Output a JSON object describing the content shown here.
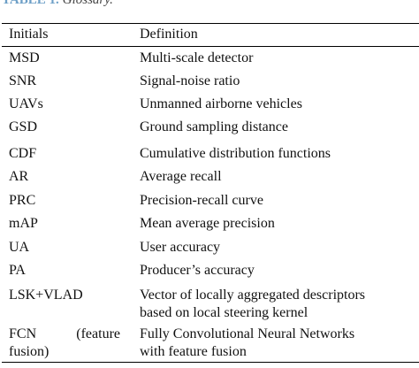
{
  "caption": {
    "label": "TABLE 1.",
    "title": "Glossary."
  },
  "table": {
    "headers": {
      "initials": "Initials",
      "definition": "Definition"
    },
    "rows": [
      {
        "initials": "MSD",
        "definition": "Multi-scale detector"
      },
      {
        "initials": "SNR",
        "definition": "Signal-noise ratio"
      },
      {
        "initials": "UAVs",
        "definition": "Unmanned airborne vehicles"
      },
      {
        "initials": "GSD",
        "definition": "Ground sampling distance"
      },
      {
        "initials": "CDF",
        "definition": "Cumulative distribution functions"
      },
      {
        "initials": "AR",
        "definition": "Average recall"
      },
      {
        "initials": "PRC",
        "definition": "Precision-recall curve"
      },
      {
        "initials": "mAP",
        "definition": "Mean average precision"
      },
      {
        "initials": "UA",
        "definition": "User accuracy"
      },
      {
        "initials": "PA",
        "definition": "Producer’s accuracy"
      },
      {
        "initials": "LSK+VLAD",
        "definition_line_1": "Vector of locally aggregated descriptors",
        "definition_line_2": "based on local steering kernel"
      },
      {
        "initials_part_1": "FCN",
        "initials_part_2": "(feature",
        "initials_line_2": "fusion)",
        "definition_line_1": "Fully Convolutional Neural Networks",
        "definition_line_2": "with feature fusion"
      }
    ]
  }
}
